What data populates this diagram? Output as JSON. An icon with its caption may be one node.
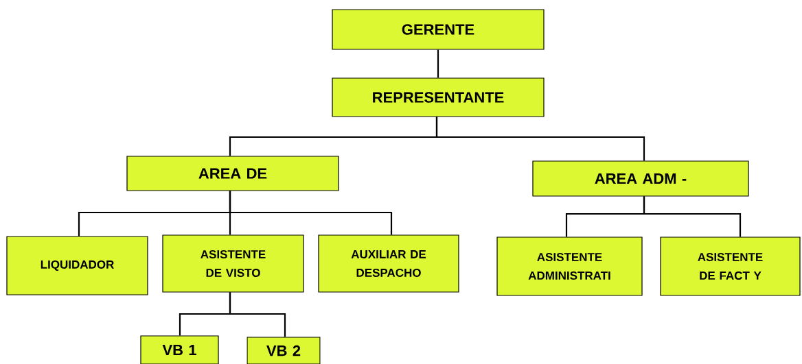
{
  "diagram": {
    "nodes": [
      {
        "text": [
          "GERENTE"
        ]
      },
      {
        "text": [
          "REPRESENTANTE"
        ]
      },
      {
        "text": [
          "AREA DE"
        ]
      },
      {
        "text": [
          "AREA ADM -"
        ]
      },
      {
        "text": [
          "LIQUIDADOR"
        ]
      },
      {
        "text": [
          "ASISTENTE DE VISTO"
        ]
      },
      {
        "text": [
          "AUXILIAR DE DESPACHO"
        ]
      },
      {
        "text": [
          "ASISTENTE ADMINISTRATI"
        ]
      },
      {
        "text": [
          "ASISTENTE DE FACT Y"
        ]
      },
      {
        "text": [
          "VB 1"
        ]
      },
      {
        "text": [
          "VB 2"
        ]
      }
    ],
    "edges": [
      {
        "from": 0,
        "to": 1,
        "arrow": "none"
      },
      {
        "from": 1,
        "to": 2,
        "arrow": "none"
      },
      {
        "from": 1,
        "to": 3,
        "arrow": "none"
      },
      {
        "from": 2,
        "to": 4,
        "arrow": "none"
      },
      {
        "from": 2,
        "to": 5,
        "arrow": "none"
      },
      {
        "from": 2,
        "to": 6,
        "arrow": "none"
      },
      {
        "from": 3,
        "to": 7,
        "arrow": "none"
      },
      {
        "from": 3,
        "to": 8,
        "arrow": "none"
      },
      {
        "from": 5,
        "to": 9,
        "arrow": "none"
      },
      {
        "from": 5,
        "to": 10,
        "arrow": "none"
      }
    ]
  }
}
